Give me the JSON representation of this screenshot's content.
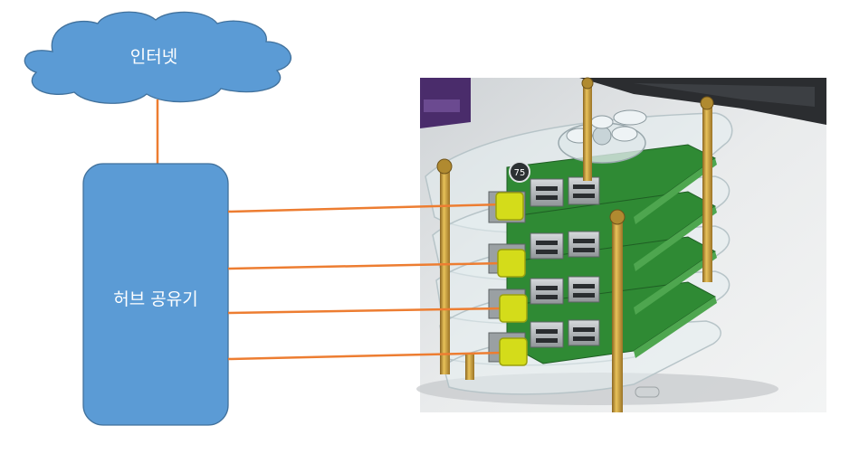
{
  "diagram": {
    "internet_label": "인터넷",
    "hub_label": "허브 공유기",
    "photo_badge_text": "75",
    "colors": {
      "shape_fill": "#5b9bd5",
      "shape_stroke": "#41719c",
      "cable": "#ed7d31",
      "port_highlight": "#d4dc1a",
      "board_green": "#2f8a34",
      "acrylic": "#e6eef0",
      "brass": "#c9a138"
    },
    "connections": [
      {
        "from": "hub",
        "to": "raspberry-pi-1"
      },
      {
        "from": "hub",
        "to": "raspberry-pi-2"
      },
      {
        "from": "hub",
        "to": "raspberry-pi-3"
      },
      {
        "from": "hub",
        "to": "raspberry-pi-4"
      },
      {
        "from": "internet",
        "to": "hub"
      }
    ]
  }
}
